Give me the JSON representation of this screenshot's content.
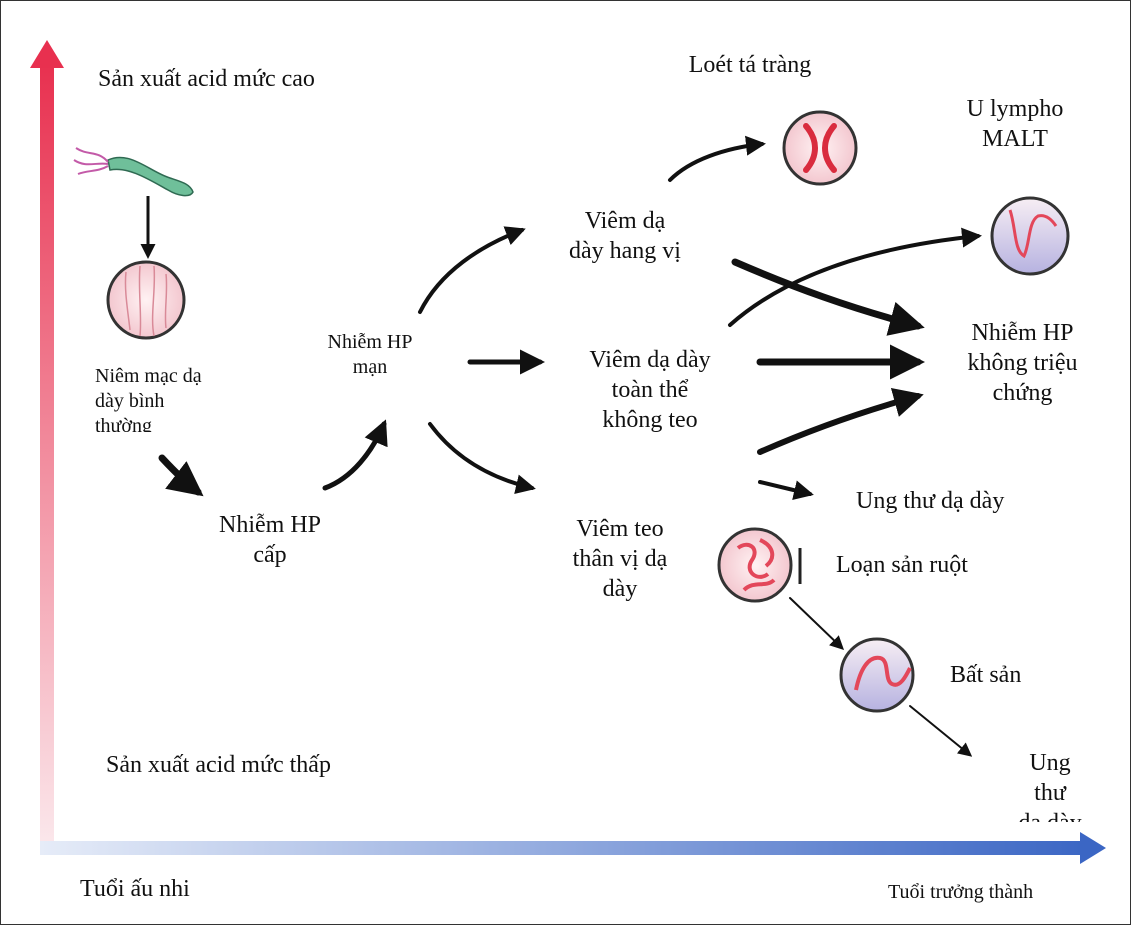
{
  "axes": {
    "y_top": "Sản xuất acid mức cao",
    "y_bottom": "Sản xuất acid mức thấp",
    "x_left": "Tuổi ấu nhi",
    "x_right": "Tuổi trưởng thành",
    "y_gradient_colors": [
      "#e8304f",
      "#fbe8ec"
    ],
    "x_gradient_colors": [
      "#e6ecf8",
      "#3b66c4"
    ]
  },
  "nodes": {
    "normal_mucosa": "Niêm mạc dạ\ndày bình\nthường",
    "acute_hp": "Nhiễm HP\ncấp",
    "chronic_hp": "Nhiễm HP\nmạn",
    "antral_gastritis": "Viêm dạ\ndày hang vị",
    "pangastritis": "Viêm dạ dày\ntoàn thể\nkhông teo",
    "atrophic_gastritis": "Viêm teo\nthân vị dạ\ndày",
    "duodenal_ulcer": "Loét tá tràng",
    "malt_lymphoma": "U lympho\nMALT",
    "asymptomatic_hp": "Nhiễm HP\nkhông triệu\nchứng",
    "gastric_cancer": "Ung thư dạ dày",
    "intestinal_metaplasia": "Loạn sản ruột",
    "dysplasia": "Bất sản",
    "cancer_final": "Ung\nthư\ndạ dày"
  },
  "colors": {
    "bacterium": "#6fbf9a",
    "flagella": "#c35aa8",
    "arrow": "#111111",
    "cell_pink": "#f6d2d8",
    "cell_red": "#e3475a",
    "cell_purple": "#b9b6e3"
  }
}
